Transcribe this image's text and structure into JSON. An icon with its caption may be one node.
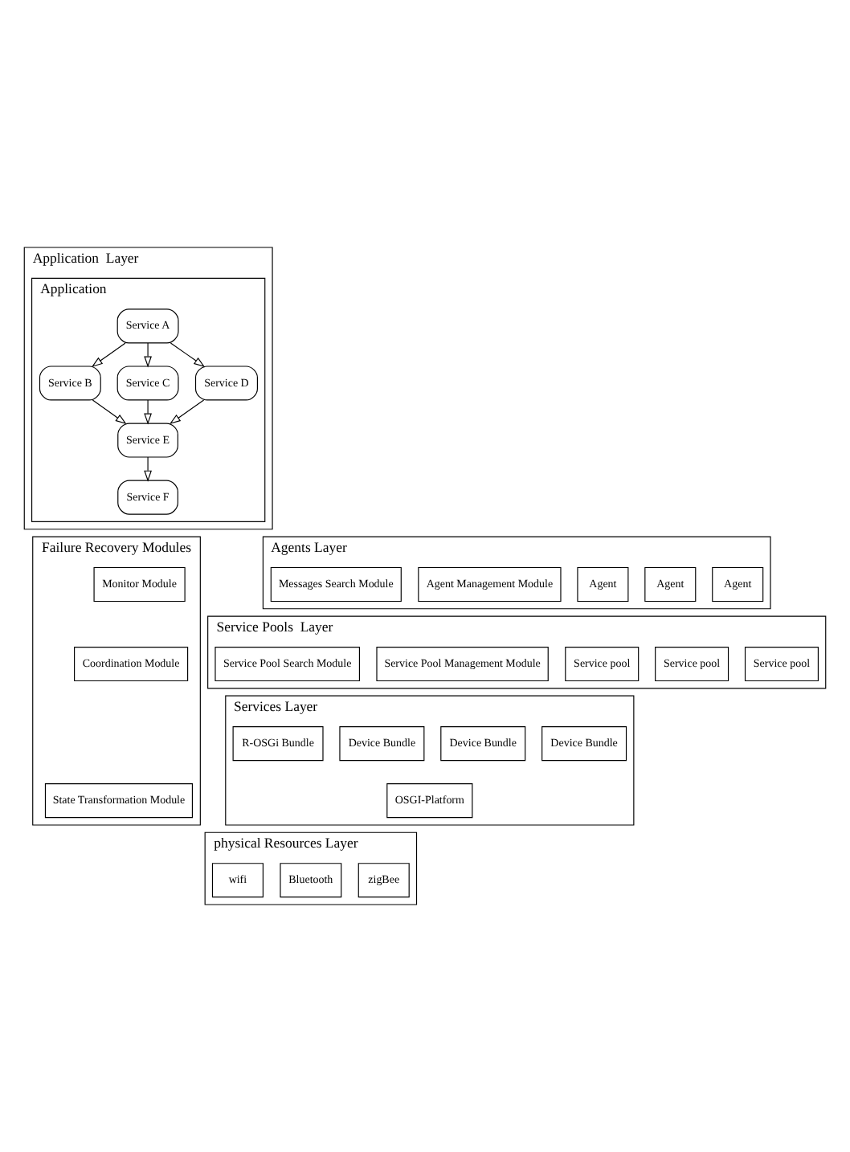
{
  "diagram": {
    "nodes": [
      {
        "text": [
          "Application  Layer"
        ]
      },
      {
        "text": [
          "Application"
        ],
        "in": 0
      },
      {
        "text": [
          "Service A"
        ],
        "in": 1
      },
      {
        "text": [
          "Service B"
        ],
        "in": 1
      },
      {
        "text": [
          "Service C"
        ],
        "in": 1
      },
      {
        "text": [
          "Service D"
        ],
        "in": 1
      },
      {
        "text": [
          "Service E"
        ],
        "in": 1
      },
      {
        "text": [
          "Service F"
        ],
        "in": 1
      },
      {
        "text": [
          "Agents Layer"
        ]
      },
      {
        "text": [
          "Agent"
        ],
        "in": 8
      },
      {
        "text": [
          "Agent"
        ],
        "in": 8
      },
      {
        "text": [
          "Agent"
        ],
        "in": 8
      },
      {
        "text": [
          "Agent Management Module"
        ],
        "in": 8
      },
      {
        "text": [
          "Messages Search Module"
        ],
        "in": 8
      },
      {
        "text": [
          "Service Pools  Layer"
        ]
      },
      {
        "text": [
          "Service pool"
        ],
        "in": 14
      },
      {
        "text": [
          "Service pool"
        ],
        "in": 14
      },
      {
        "text": [
          "Service pool"
        ],
        "in": 14
      },
      {
        "text": [
          "Service Pool Management Module"
        ],
        "in": 14
      },
      {
        "text": [
          "Service Pool Search Module"
        ],
        "in": 14
      },
      {
        "text": [
          "Services Layer"
        ]
      },
      {
        "text": [
          "Device Bundle"
        ],
        "in": 20
      },
      {
        "text": [
          "Device Bundle"
        ],
        "in": 20
      },
      {
        "text": [
          "Device Bundle"
        ],
        "in": 20
      },
      {
        "text": [
          "R-OSGi Bundle"
        ],
        "in": 20
      },
      {
        "text": [
          "OSGI-Platform"
        ],
        "in": 20
      },
      {
        "text": [
          "Failure Recovery Modules"
        ]
      },
      {
        "text": [
          "Monitor Module"
        ],
        "in": 26
      },
      {
        "text": [
          "Coordination Module"
        ],
        "in": 26
      },
      {
        "text": [
          "State Transformation Module"
        ],
        "in": 26
      },
      {
        "text": [
          "physical Resources Layer"
        ]
      },
      {
        "text": [
          "zigBee"
        ],
        "in": 30
      },
      {
        "text": [
          "Bluetooth"
        ],
        "in": 30
      },
      {
        "text": [
          "wifi"
        ],
        "in": 30
      }
    ],
    "edges": [
      {
        "from": 2,
        "to": 3,
        "arrow": "to"
      },
      {
        "from": 2,
        "to": 4,
        "arrow": "to"
      },
      {
        "from": 2,
        "to": 5,
        "arrow": "to"
      },
      {
        "from": 3,
        "to": 6,
        "arrow": "to"
      },
      {
        "from": 4,
        "to": 6,
        "arrow": "to"
      },
      {
        "from": 5,
        "to": 6,
        "arrow": "to"
      },
      {
        "from": 6,
        "to": 7,
        "arrow": "to"
      }
    ]
  }
}
